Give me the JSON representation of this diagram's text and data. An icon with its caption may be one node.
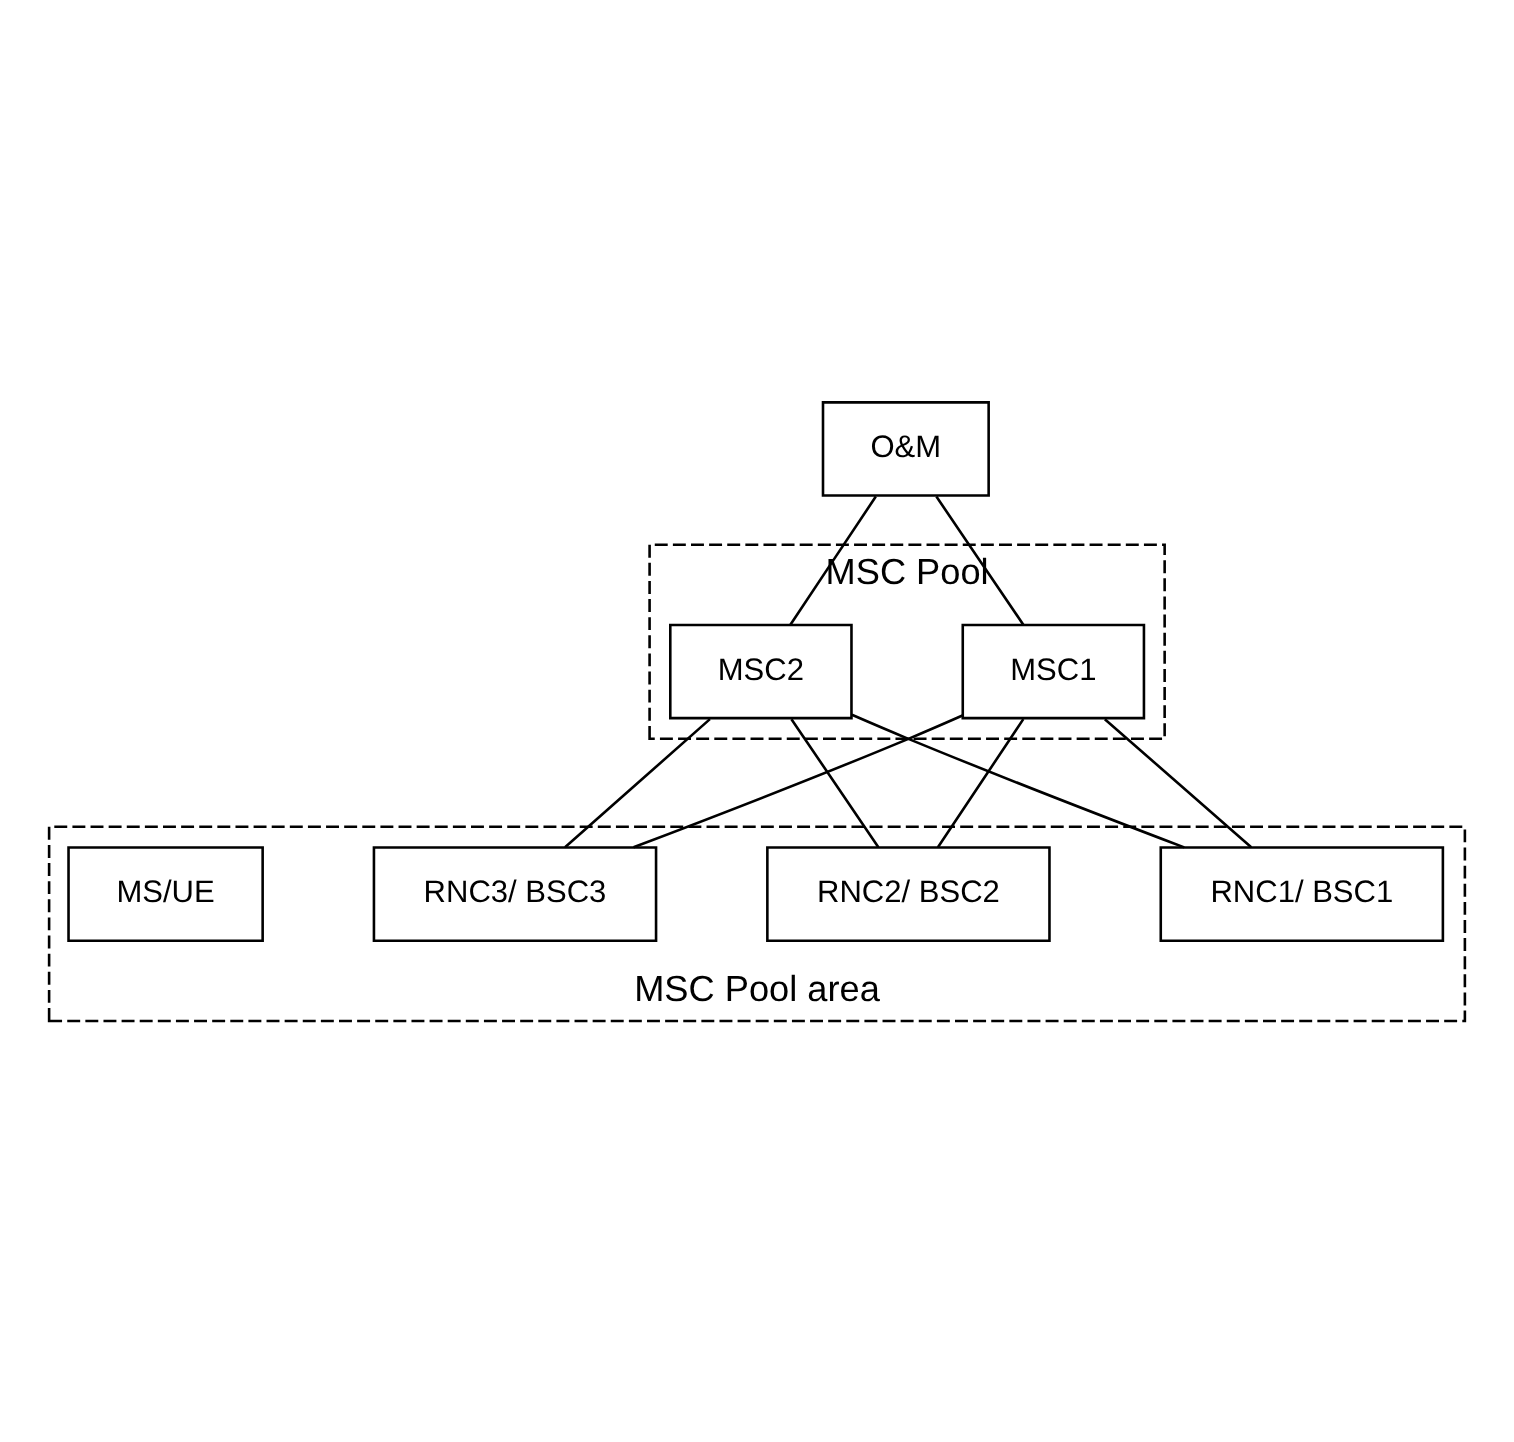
{
  "diagram": {
    "nodes": [
      {
        "text": [
          "O&M"
        ]
      },
      {
        "text": [
          "MSC Pool"
        ]
      },
      {
        "text": [
          "MSC1"
        ],
        "in": 1
      },
      {
        "text": [
          "MSC2"
        ],
        "in": 1
      },
      {
        "text": [
          "MSC Pool area"
        ]
      },
      {
        "text": [
          "RNC1/ BSC1"
        ],
        "in": 4
      },
      {
        "text": [
          "RNC2/ BSC2"
        ],
        "in": 4
      },
      {
        "text": [
          "RNC3/ BSC3"
        ],
        "in": 4
      },
      {
        "text": [
          "MS/UE"
        ],
        "in": 4
      }
    ],
    "edges": [
      {
        "from": 0,
        "to": 2,
        "arrow": "none"
      },
      {
        "from": 0,
        "to": 3,
        "arrow": "none"
      },
      {
        "from": 2,
        "to": 5,
        "arrow": "none"
      },
      {
        "from": 2,
        "to": 6,
        "arrow": "none"
      },
      {
        "from": 2,
        "to": 7,
        "arrow": "none"
      },
      {
        "from": 3,
        "to": 5,
        "arrow": "none"
      },
      {
        "from": 3,
        "to": 6,
        "arrow": "none"
      },
      {
        "from": 3,
        "to": 7,
        "arrow": "none"
      }
    ]
  }
}
